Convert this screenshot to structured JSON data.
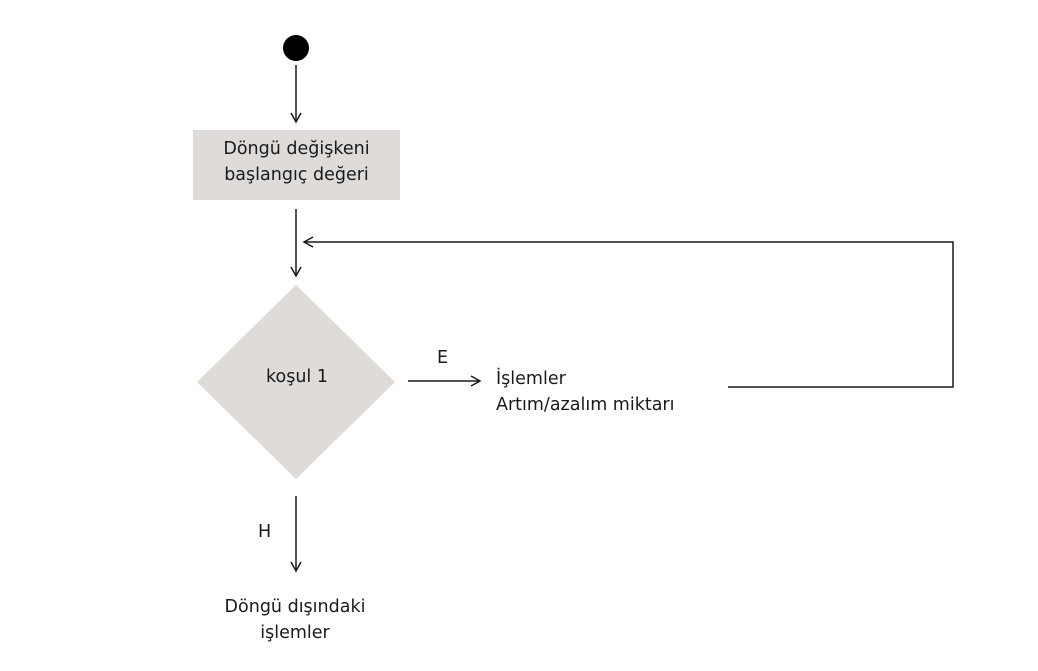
{
  "diagram": {
    "init_block": {
      "line1": "Döngü değişkeni",
      "line2": "başlangıç değeri"
    },
    "condition": {
      "label": "koşul 1"
    },
    "yes_label": "E",
    "no_label": "H",
    "loop_body": {
      "line1": "İşlemler",
      "line2": "Artım/azalım miktarı"
    },
    "exit_block": {
      "line1": "Döngü dışındaki",
      "line2": "işlemler"
    }
  },
  "colors": {
    "box_fill": "#dedbd9",
    "stroke": "#1a1a1a",
    "start_node": "#000000"
  }
}
